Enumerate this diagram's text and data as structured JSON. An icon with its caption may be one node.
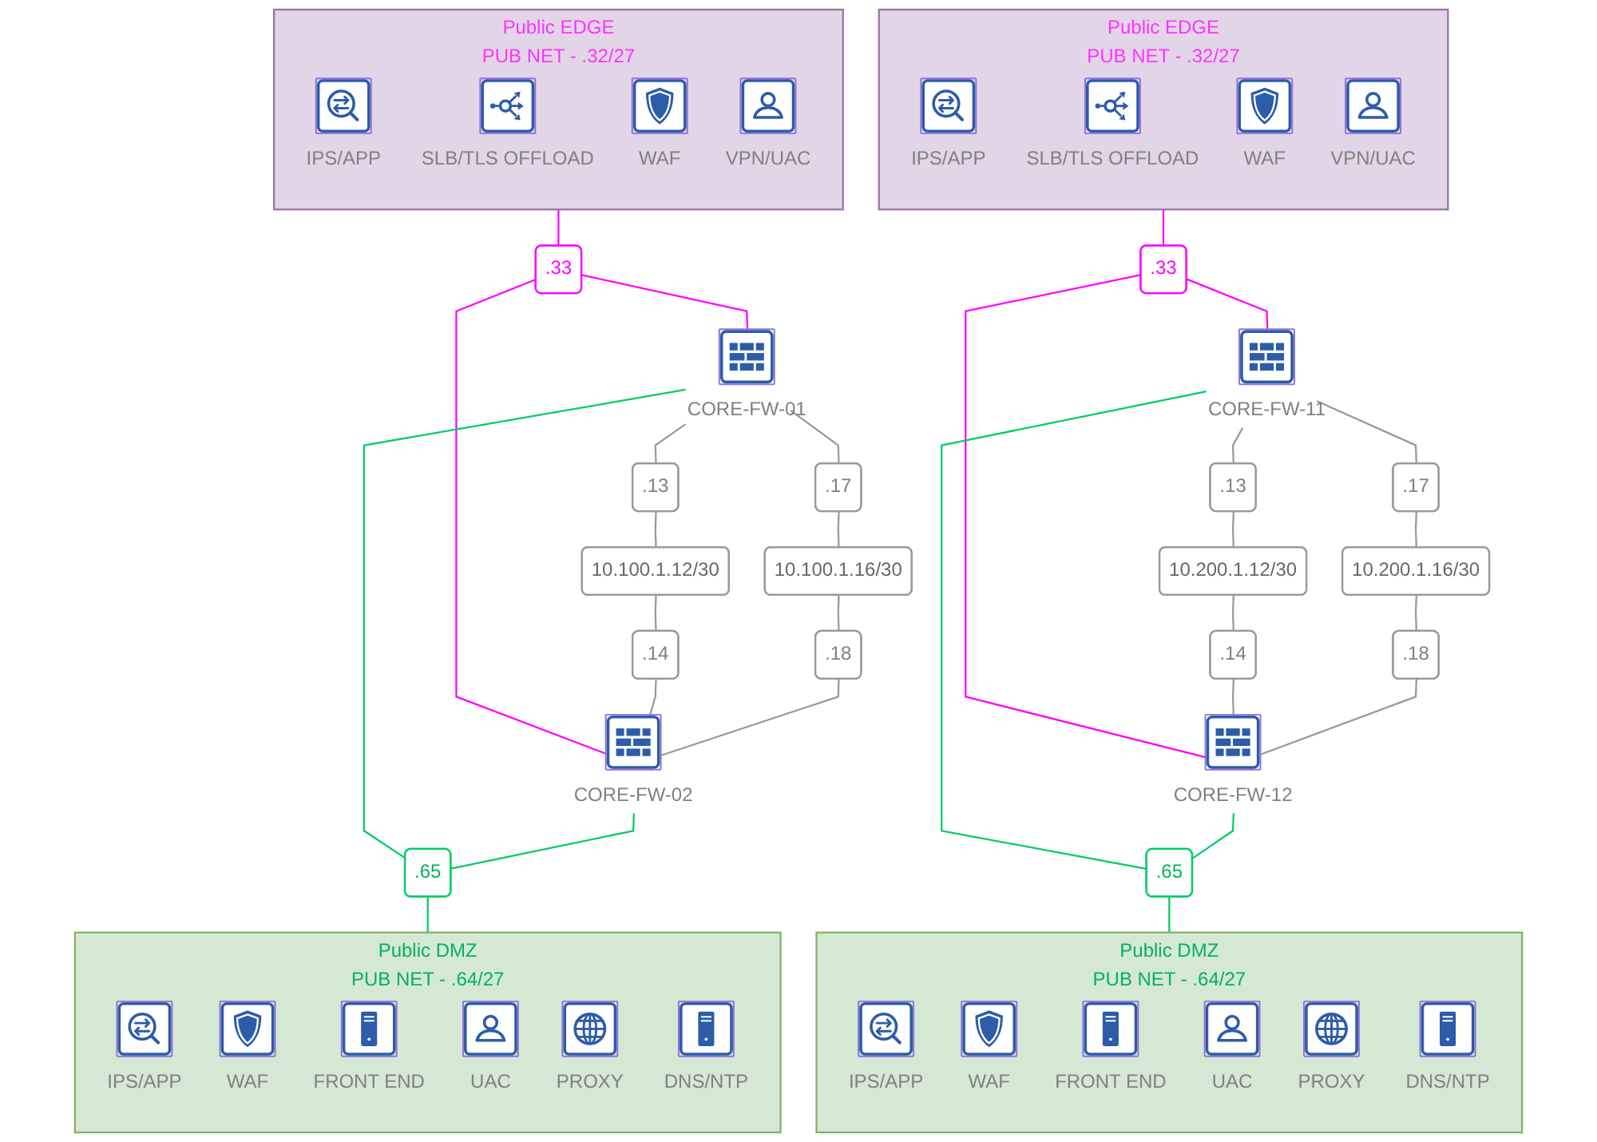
{
  "diagram": {
    "nodes": [
      {
        "text": [
          "Public EDGE",
          "PUB NET - .32/27"
        ]
      },
      {
        "text": [
          "IPS/APP"
        ],
        "in": 0
      },
      {
        "text": [
          "SLB/TLS OFFLOAD"
        ],
        "in": 0
      },
      {
        "text": [
          "WAF"
        ],
        "in": 0
      },
      {
        "text": [
          "VPN/UAC"
        ],
        "in": 0
      },
      {
        "text": [
          ".33"
        ]
      },
      {
        "text": [
          "CORE-FW-01"
        ]
      },
      {
        "text": [
          ".13"
        ]
      },
      {
        "text": [
          "10.100.1.12/30"
        ]
      },
      {
        "text": [
          ".14"
        ]
      },
      {
        "text": [
          "CORE-FW-02"
        ]
      },
      {
        "text": [
          ".17"
        ]
      },
      {
        "text": [
          "10.100.1.16/30"
        ]
      },
      {
        "text": [
          ".18"
        ]
      },
      {
        "text": [
          ".65"
        ]
      },
      {
        "text": [
          "Public DMZ",
          "PUB NET - .64/27"
        ]
      },
      {
        "text": [
          "IPS/APP"
        ],
        "in": 15
      },
      {
        "text": [
          "WAF"
        ],
        "in": 15
      },
      {
        "text": [
          "FRONT END"
        ],
        "in": 15
      },
      {
        "text": [
          "UAC"
        ],
        "in": 15
      },
      {
        "text": [
          "PROXY"
        ],
        "in": 15
      },
      {
        "text": [
          "DNS/NTP"
        ],
        "in": 15
      },
      {
        "text": [
          "Public EDGE",
          "PUB NET - .32/27"
        ]
      },
      {
        "text": [
          "IPS/APP"
        ],
        "in": 22
      },
      {
        "text": [
          "SLB/TLS OFFLOAD"
        ],
        "in": 22
      },
      {
        "text": [
          "WAF"
        ],
        "in": 22
      },
      {
        "text": [
          "VPN/UAC"
        ],
        "in": 22
      },
      {
        "text": [
          ".33"
        ]
      },
      {
        "text": [
          "CORE-FW-11"
        ]
      },
      {
        "text": [
          ".13"
        ]
      },
      {
        "text": [
          "10.200.1.12/30"
        ]
      },
      {
        "text": [
          ".14"
        ]
      },
      {
        "text": [
          "CORE-FW-12"
        ]
      },
      {
        "text": [
          ".17"
        ]
      },
      {
        "text": [
          "10.200.1.16/30"
        ]
      },
      {
        "text": [
          ".18"
        ]
      },
      {
        "text": [
          ".65"
        ]
      },
      {
        "text": [
          "Public DMZ",
          "PUB NET - .64/27"
        ]
      },
      {
        "text": [
          "IPS/APP"
        ],
        "in": 37
      },
      {
        "text": [
          "WAF"
        ],
        "in": 37
      },
      {
        "text": [
          "FRONT END"
        ],
        "in": 37
      },
      {
        "text": [
          "UAC"
        ],
        "in": 37
      },
      {
        "text": [
          "PROXY"
        ],
        "in": 37
      },
      {
        "text": [
          "DNS/NTP"
        ],
        "in": 37
      }
    ],
    "edges": [
      {
        "from": 0,
        "to": 5,
        "arrow": "none",
        "color": "#ff00ff"
      },
      {
        "from": 5,
        "to": 6,
        "arrow": "none",
        "color": "#ff00ff"
      },
      {
        "from": 5,
        "to": 10,
        "arrow": "none",
        "color": "#ff00ff"
      },
      {
        "from": 6,
        "to": 7,
        "arrow": "none"
      },
      {
        "from": 7,
        "to": 8,
        "arrow": "none"
      },
      {
        "from": 8,
        "to": 9,
        "arrow": "none"
      },
      {
        "from": 9,
        "to": 10,
        "arrow": "none"
      },
      {
        "from": 6,
        "to": 11,
        "arrow": "none"
      },
      {
        "from": 11,
        "to": 12,
        "arrow": "none"
      },
      {
        "from": 12,
        "to": 13,
        "arrow": "none"
      },
      {
        "from": 13,
        "to": 10,
        "arrow": "none"
      },
      {
        "from": 6,
        "to": 14,
        "arrow": "none",
        "color": "#00cc66"
      },
      {
        "from": 10,
        "to": 14,
        "arrow": "none",
        "color": "#00cc66"
      },
      {
        "from": 14,
        "to": 15,
        "arrow": "none",
        "color": "#00cc66"
      },
      {
        "from": 22,
        "to": 27,
        "arrow": "none",
        "color": "#ff00ff"
      },
      {
        "from": 27,
        "to": 28,
        "arrow": "none",
        "color": "#ff00ff"
      },
      {
        "from": 27,
        "to": 32,
        "arrow": "none",
        "color": "#ff00ff"
      },
      {
        "from": 28,
        "to": 29,
        "arrow": "none"
      },
      {
        "from": 29,
        "to": 30,
        "arrow": "none"
      },
      {
        "from": 30,
        "to": 31,
        "arrow": "none"
      },
      {
        "from": 31,
        "to": 32,
        "arrow": "none"
      },
      {
        "from": 28,
        "to": 33,
        "arrow": "none"
      },
      {
        "from": 33,
        "to": 34,
        "arrow": "none"
      },
      {
        "from": 34,
        "to": 35,
        "arrow": "none"
      },
      {
        "from": 35,
        "to": 32,
        "arrow": "none"
      },
      {
        "from": 28,
        "to": 36,
        "arrow": "none",
        "color": "#00cc66"
      },
      {
        "from": 32,
        "to": 36,
        "arrow": "none",
        "color": "#00cc66"
      },
      {
        "from": 36,
        "to": 37,
        "arrow": "none",
        "color": "#00cc66"
      }
    ]
  }
}
